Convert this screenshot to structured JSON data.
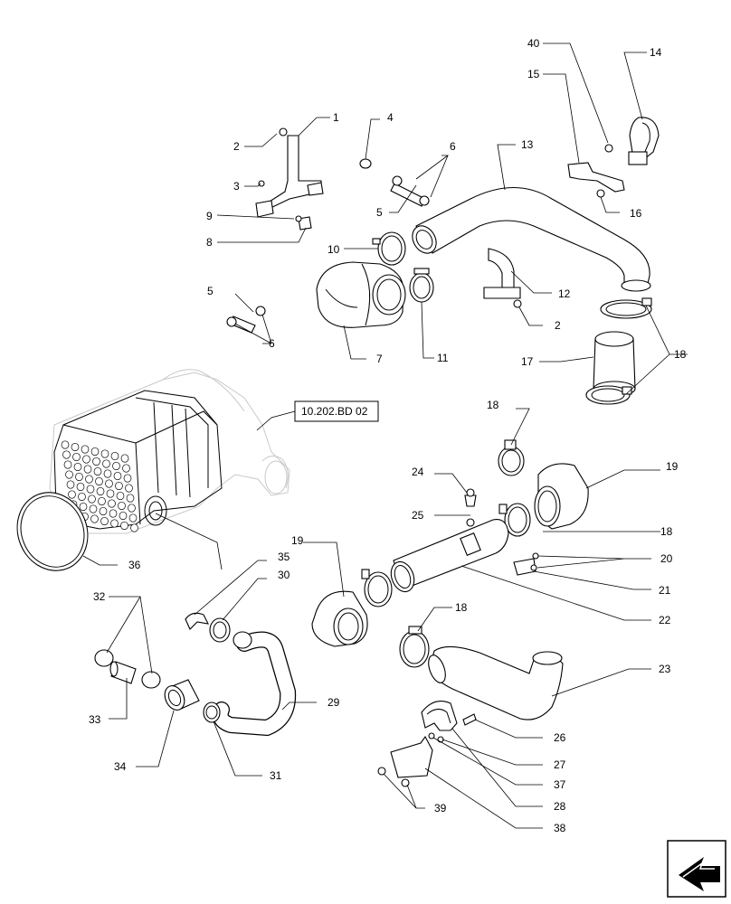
{
  "reference_box": {
    "text": "10.202.BD 02"
  },
  "callouts": [
    {
      "id": "c1",
      "text": "1"
    },
    {
      "id": "c2a",
      "text": "2"
    },
    {
      "id": "c2b",
      "text": "2"
    },
    {
      "id": "c3",
      "text": "3"
    },
    {
      "id": "c4",
      "text": "4"
    },
    {
      "id": "c5a",
      "text": "5"
    },
    {
      "id": "c5b",
      "text": "5"
    },
    {
      "id": "c6a",
      "text": "6"
    },
    {
      "id": "c6b",
      "text": "6"
    },
    {
      "id": "c7",
      "text": "7"
    },
    {
      "id": "c8",
      "text": "8"
    },
    {
      "id": "c9",
      "text": "9"
    },
    {
      "id": "c10",
      "text": "10"
    },
    {
      "id": "c11",
      "text": "11"
    },
    {
      "id": "c12",
      "text": "12"
    },
    {
      "id": "c13",
      "text": "13"
    },
    {
      "id": "c14",
      "text": "14"
    },
    {
      "id": "c15",
      "text": "15"
    },
    {
      "id": "c16",
      "text": "16"
    },
    {
      "id": "c17",
      "text": "17"
    },
    {
      "id": "c18a",
      "text": "18"
    },
    {
      "id": "c18b",
      "text": "18"
    },
    {
      "id": "c18c",
      "text": "18"
    },
    {
      "id": "c18d",
      "text": "18"
    },
    {
      "id": "c19a",
      "text": "19"
    },
    {
      "id": "c19b",
      "text": "19"
    },
    {
      "id": "c20",
      "text": "20"
    },
    {
      "id": "c21",
      "text": "21"
    },
    {
      "id": "c22",
      "text": "22"
    },
    {
      "id": "c23",
      "text": "23"
    },
    {
      "id": "c24",
      "text": "24"
    },
    {
      "id": "c25",
      "text": "25"
    },
    {
      "id": "c26",
      "text": "26"
    },
    {
      "id": "c27",
      "text": "27"
    },
    {
      "id": "c28",
      "text": "28"
    },
    {
      "id": "c29",
      "text": "29"
    },
    {
      "id": "c30",
      "text": "30"
    },
    {
      "id": "c31",
      "text": "31"
    },
    {
      "id": "c32",
      "text": "32"
    },
    {
      "id": "c33",
      "text": "33"
    },
    {
      "id": "c34",
      "text": "34"
    },
    {
      "id": "c35",
      "text": "35"
    },
    {
      "id": "c36",
      "text": "36"
    },
    {
      "id": "c37",
      "text": "37"
    },
    {
      "id": "c38",
      "text": "38"
    },
    {
      "id": "c39",
      "text": "39"
    },
    {
      "id": "c40",
      "text": "40"
    }
  ],
  "nav_icon": {
    "name": "next-page-arrow-icon"
  }
}
